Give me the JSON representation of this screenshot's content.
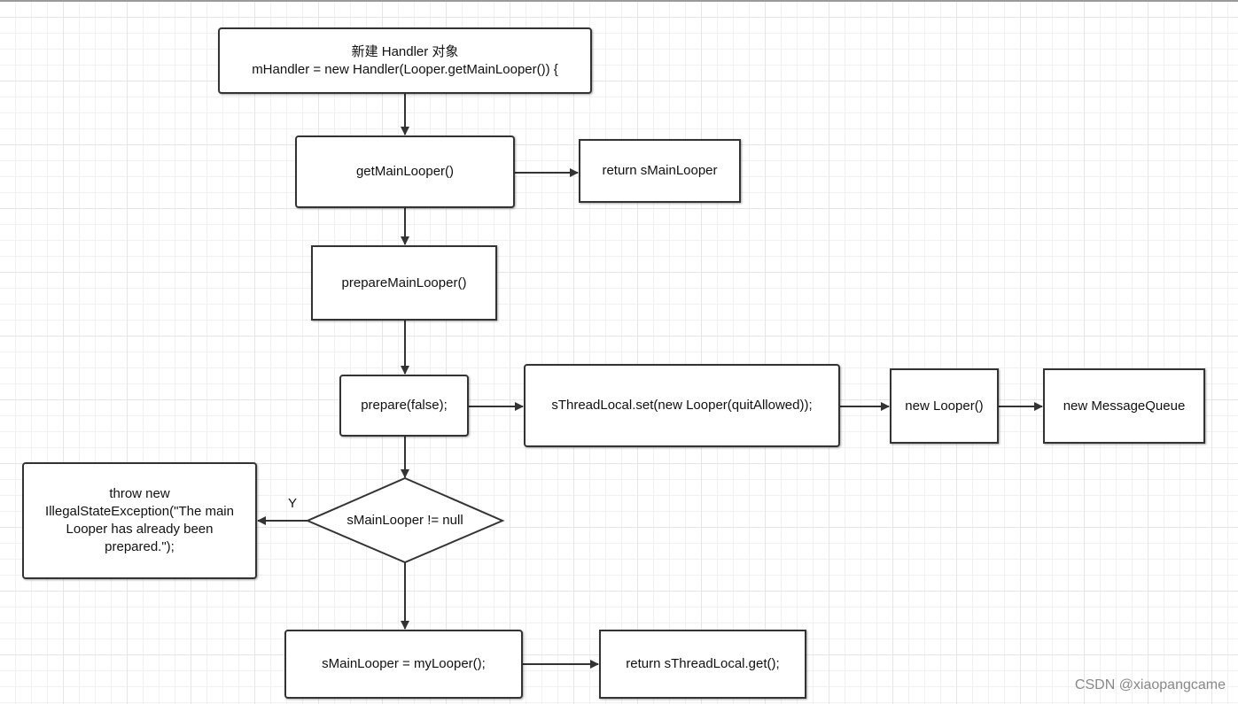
{
  "nodes": {
    "handler_line1": "新建 Handler 对象",
    "handler_line2": "mHandler = new Handler(Looper.getMainLooper()) {",
    "get_main_looper": "getMainLooper()",
    "return_main_looper": "return sMainLooper",
    "prepare_main_looper": "prepareMainLooper()",
    "prepare": "prepare(false);",
    "thread_local_set": "sThreadLocal.set(new Looper(quitAllowed));",
    "new_looper": "new Looper()",
    "new_message_queue": "new MessageQueue",
    "decision": "sMainLooper != null",
    "throw": "throw new IllegalStateException(\"The main Looper has already been prepared.\");",
    "assign": "sMainLooper = myLooper();",
    "return_get": "return sThreadLocal.get();"
  },
  "edge_labels": {
    "yes": "Y"
  },
  "watermark": "CSDN @xiaopangcame"
}
